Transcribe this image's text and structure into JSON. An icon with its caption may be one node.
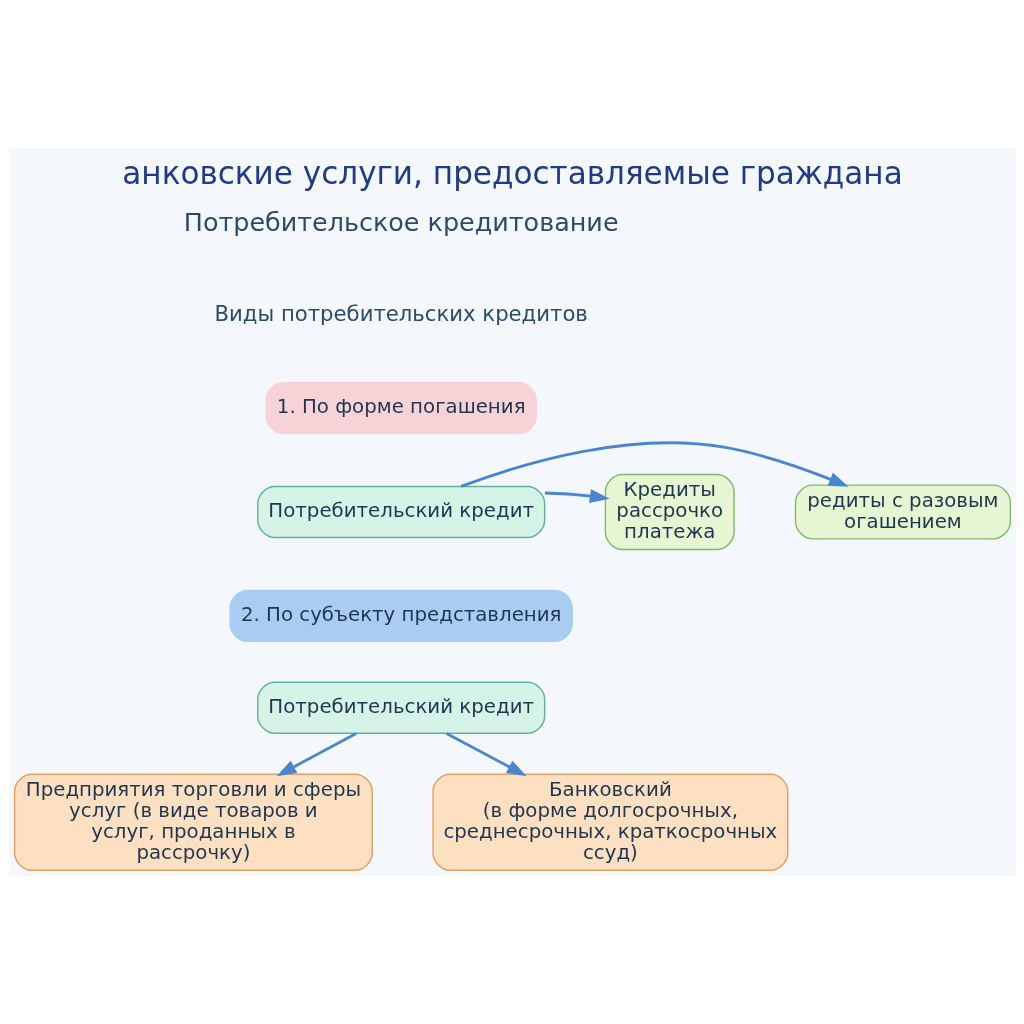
{
  "diagram": {
    "title": "анковские услуги, предоставляемые граждана",
    "nodes": [
      {
        "text": [
          "1. По форме погашения"
        ]
      },
      {
        "text": [
          "редиты с разовым огашением"
        ]
      },
      {
        "text": [
          "Потребительский кредит"
        ]
      },
      {
        "text": [
          "Кредиты рассрочко платежа"
        ]
      },
      {
        "text": [
          "2. По субъекту представления"
        ]
      },
      {
        "text": [
          "Потребительский кредит"
        ]
      },
      {
        "text": [
          "Предприятия торговли и сферы",
          "услуг (в виде товаров и услуг, проданных в рассрочку)"
        ]
      },
      {
        "text": [
          "Банковский",
          "(в форме долгосрочных, среднесрочных, краткосрочных ссуд)"
        ]
      }
    ],
    "edges": [
      {
        "from": 2,
        "to": 1,
        "arrow": "to"
      },
      {
        "from": 2,
        "to": 3,
        "arrow": "to"
      },
      {
        "from": 5,
        "to": 6,
        "arrow": "to"
      },
      {
        "from": 5,
        "to": 7,
        "arrow": "to"
      }
    ],
    "labels": [
      "Потребительское кредитование",
      "Виды потребительских кредитов"
    ]
  }
}
